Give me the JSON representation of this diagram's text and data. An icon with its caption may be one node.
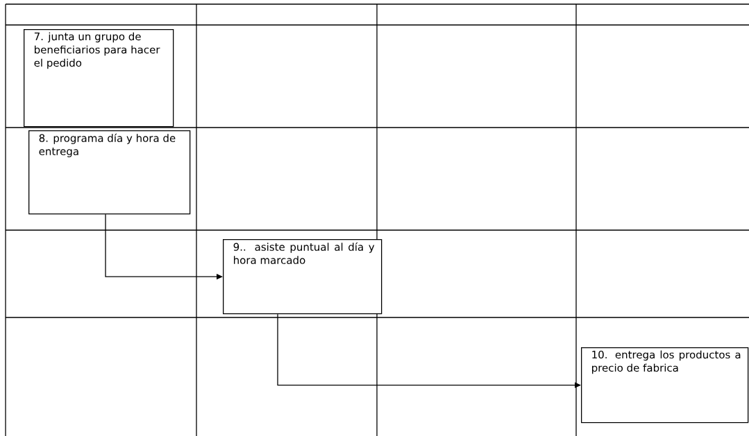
{
  "diagram": {
    "nodes": [
      {
        "text": [
          "7. junta un grupo de beneficiarios para hacer el pedido"
        ]
      },
      {
        "text": [
          "8. programa día y hora de entrega"
        ]
      },
      {
        "text": [
          "9.. asiste puntual al día y hora marcado"
        ]
      },
      {
        "text": [
          "10. entrega los productos a precio de fabrica"
        ]
      }
    ],
    "edges": [
      {
        "from": 1,
        "to": 2,
        "arrow": "to"
      },
      {
        "from": 2,
        "to": 3,
        "arrow": "to"
      }
    ]
  }
}
